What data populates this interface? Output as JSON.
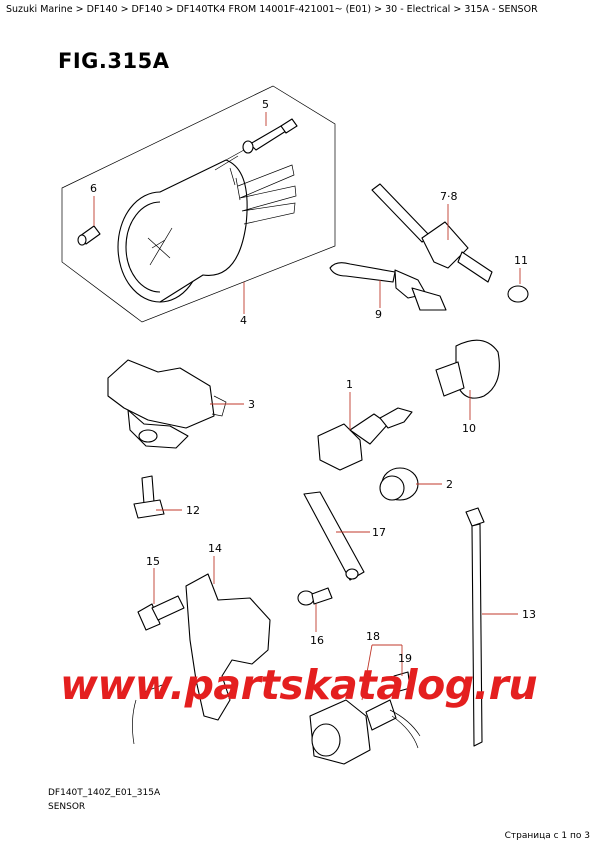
{
  "breadcrumb": "Suzuki Marine > DF140 > DF140 > DF140TK4 FROM 14001F-421001~ (E01) > 30 - Electrical > 315A - SENSOR",
  "figure_title": "FIG.315A",
  "callouts": {
    "p1": "1",
    "p2": "2",
    "p3": "3",
    "p4": "4",
    "p5": "5",
    "p6": "6",
    "p78": "7·8",
    "p9": "9",
    "p10": "10",
    "p11": "11",
    "p12": "12",
    "p13": "13",
    "p14": "14",
    "p15": "15",
    "p16": "16",
    "p17": "17",
    "p18": "18",
    "p19": "19"
  },
  "watermark": "www.partskatalog.ru",
  "drawing_code": "DF140T_140Z_E01_315A",
  "caption": "SENSOR",
  "pager": "Страница с 1 по 3",
  "colors": {
    "leader": "#c0392b",
    "watermark": "#e41f1f"
  }
}
